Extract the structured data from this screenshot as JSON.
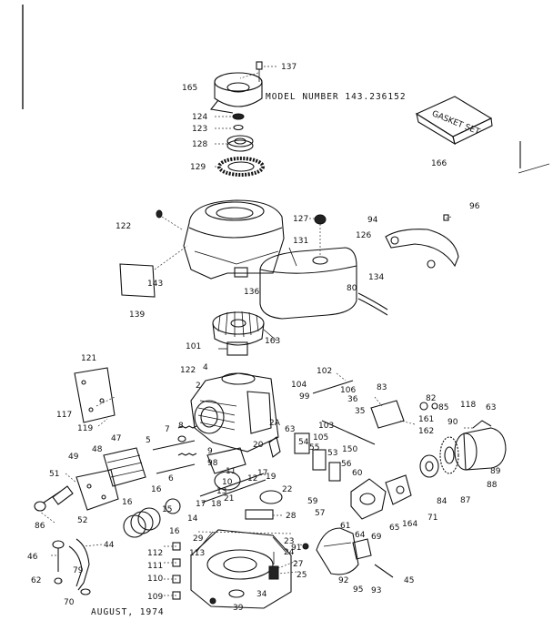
{
  "model_title": "MODEL NUMBER 143.236152",
  "gasket_box": "GASKET SET",
  "date": "AUGUST, 1974",
  "part_labels": {
    "p137": "137",
    "p165": "165",
    "p124": "124",
    "p123": "123",
    "p128": "128",
    "p129": "129",
    "p166": "166",
    "p96": "96",
    "p122a": "122",
    "p127": "127",
    "p94": "94",
    "p126": "126",
    "p131": "131",
    "p143": "143",
    "p134": "134",
    "p136": "136",
    "p139": "139",
    "p80": "80",
    "p163": "163",
    "p101": "101",
    "p121": "121",
    "p122b": "122",
    "p4": "4",
    "p2": "2",
    "p102": "102",
    "p104": "104",
    "p99": "99",
    "p106": "106",
    "p36": "36",
    "p83": "83",
    "p117": "117",
    "p119": "119",
    "p7": "7",
    "p8": "8",
    "p82": "82",
    "p85": "85",
    "p118": "118",
    "p63a": "63",
    "p2a": "2A",
    "p35": "35",
    "p103": "103",
    "p63b": "63",
    "p161": "161",
    "p162": "162",
    "p90": "90",
    "p105": "105",
    "p150": "150",
    "p47": "47",
    "p48": "48",
    "p5": "5",
    "p9": "9",
    "p49": "49",
    "p20": "20",
    "p54": "54",
    "p55": "55",
    "p53": "53",
    "p56": "56",
    "p60": "60",
    "p89": "89",
    "p88": "88",
    "p98": "98",
    "p6": "6",
    "p51": "51",
    "p11": "11",
    "p12": "12",
    "p10": "10",
    "p17a": "17",
    "p19": "19",
    "p22": "22",
    "p16a": "16",
    "p16b": "16",
    "p18": "18",
    "p21": "21",
    "p13": "13",
    "p59": "59",
    "p57": "57",
    "p84": "84",
    "p87": "87",
    "p65": "65",
    "p164": "164",
    "p71": "71",
    "p17b": "17",
    "p86": "86",
    "p52": "52",
    "p14": "14",
    "p15": "15",
    "p28": "28",
    "p61": "61",
    "p64": "64",
    "p69": "69",
    "p16c": "16",
    "p29": "29",
    "p23": "23",
    "p44": "44",
    "p91": "91",
    "p46": "46",
    "p112": "112",
    "p113": "113",
    "p24": "24",
    "p79": "79",
    "p111": "111",
    "p27": "27",
    "p25": "25",
    "p110": "110",
    "p62": "62",
    "p109": "109",
    "p34": "34",
    "p92": "92",
    "p95": "95",
    "p93": "93",
    "p45": "45",
    "p70": "70",
    "p39": "39"
  },
  "icons": [
    "gasket-set-box-icon",
    "engine-block-drawing",
    "flywheel-drawing",
    "blower-housing-drawing",
    "fuel-tank-drawing"
  ]
}
